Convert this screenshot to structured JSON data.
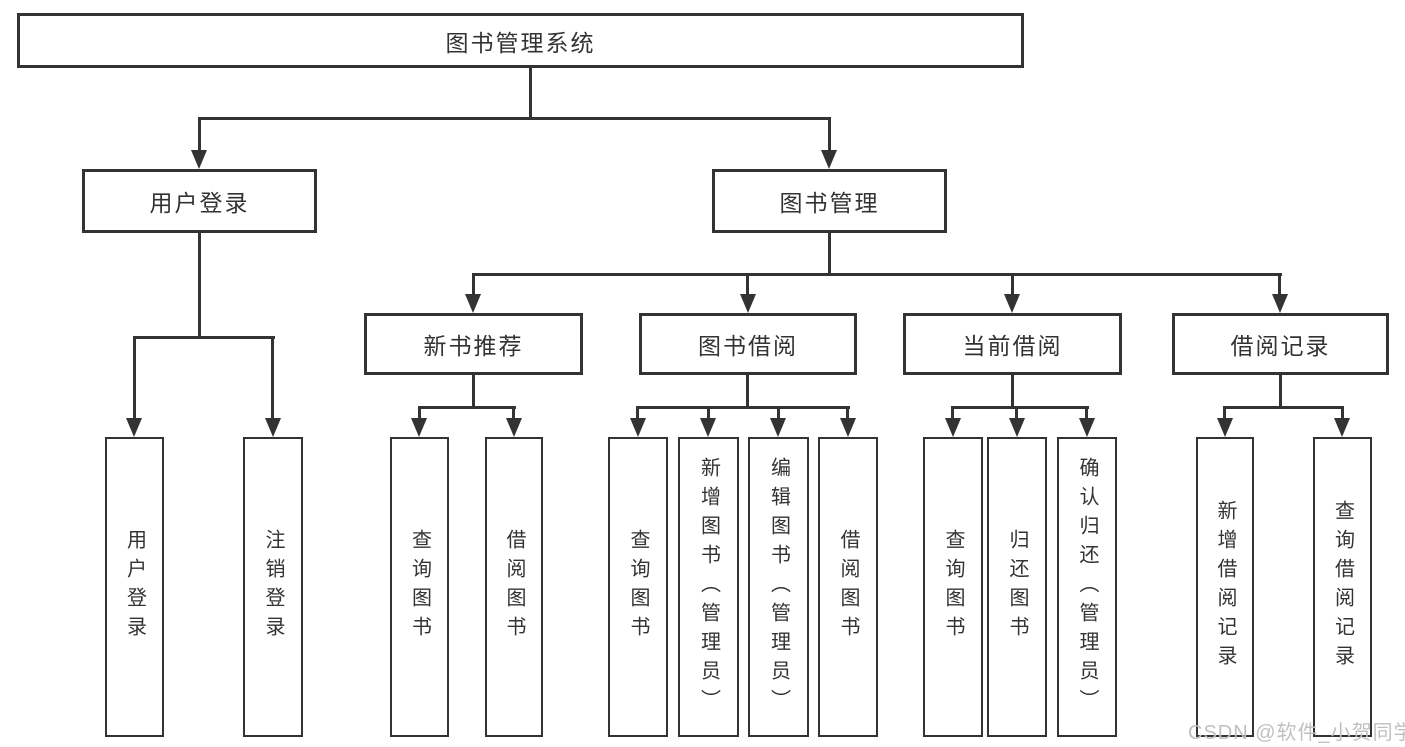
{
  "diagram_title": "图书管理系统",
  "nodes": {
    "root": "图书管理系统",
    "userLogin": "用户登录",
    "bookManagement": "图书管理",
    "newBookRecommend": "新书推荐",
    "bookBorrowing": "图书借阅",
    "currentBorrowing": "当前借阅",
    "borrowingRecords": "借阅记录",
    "leafUserLogin": "用户登录",
    "leafLogoutLogin": "注销登录",
    "leafQueryBooks1": "查询图书",
    "leafBorrowBooks1": "借阅图书",
    "leafQueryBooks2": "查询图书",
    "leafAddBooksAdmin": "新增图书（管理员）",
    "leafEditBooksAdmin": "编辑图书（管理员）",
    "leafBorrowBooks2": "借阅图书",
    "leafQueryBooks3": "查询图书",
    "leafReturnBooks": "归还图书",
    "leafConfirmReturnAdmin": "确认归还（管理员）",
    "leafAddBorrowRecord": "新增借阅记录",
    "leafQueryBorrowRecord": "查询借阅记录"
  },
  "watermark": "CSDN @软件_小贺同学",
  "colors": {
    "line": "#333333",
    "text": "#333333",
    "watermark": "#c0c0c0",
    "background": "#ffffff"
  }
}
